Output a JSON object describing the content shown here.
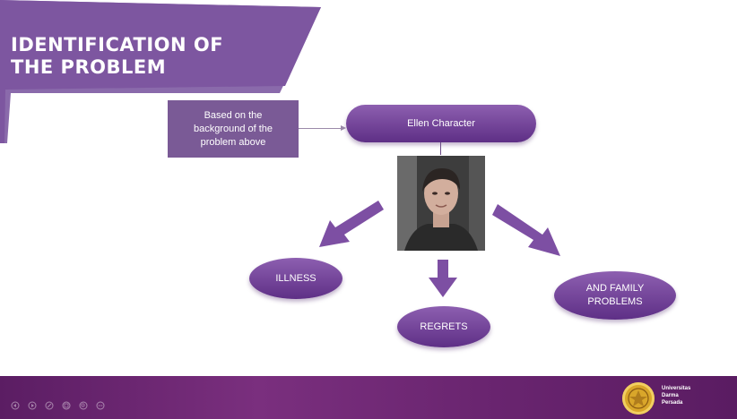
{
  "slide": {
    "title_line1": "IDENTIFICATION OF",
    "title_line2": "THE PROBLEM",
    "source_box": {
      "line1": "Based on the",
      "line2": "background of the",
      "line3": "problem above"
    },
    "character_label": "Ellen Character",
    "photo_icon": "portrait-photo",
    "branches": {
      "illness": "ILLNESS",
      "regrets": "REGRETS",
      "family_line1": "AND FAMILY",
      "family_line2": "PROBLEMS"
    }
  },
  "footer": {
    "toolbar_icons": [
      "previous-icon",
      "next-icon",
      "pen-icon",
      "slides-grid-icon",
      "zoom-icon",
      "more-icon"
    ],
    "university": {
      "line1": "Universitas",
      "line2": "Darma",
      "line3": "Persada",
      "logo_icon": "university-seal"
    }
  },
  "colors": {
    "banner_purple": "#7d56a0",
    "pill_purple": "#6e3f96",
    "footer_purple": "#6a2570",
    "seal_gold": "#d9a62a"
  }
}
